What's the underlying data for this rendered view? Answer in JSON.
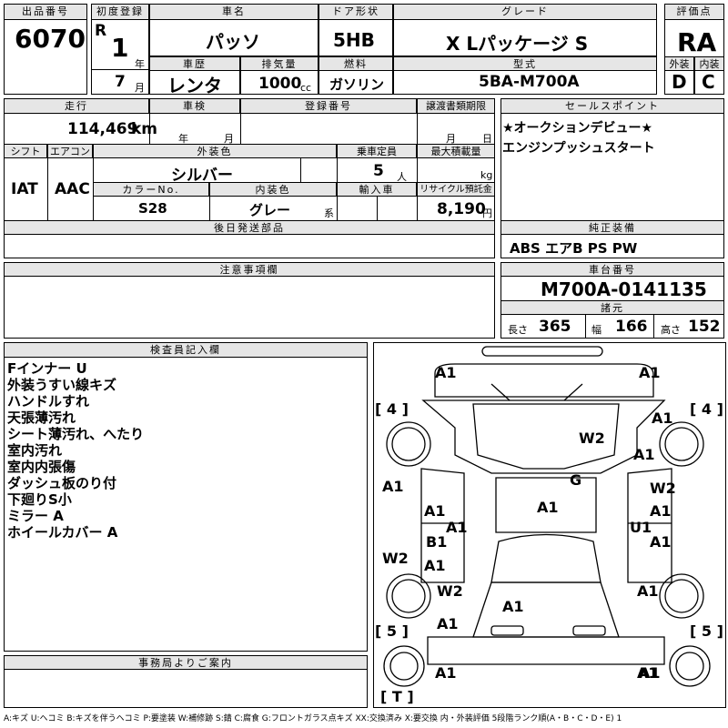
{
  "header": {
    "lot_label": "出品番号",
    "lot": "6070",
    "first_reg_label": "初度登録",
    "era": "R",
    "year": "1",
    "year_unit": "年",
    "month": "7",
    "month_unit": "月",
    "car_name_label": "車名",
    "car_name": "パッソ",
    "door_label": "ドア形状",
    "door": "5HB",
    "grade_label": "グレード",
    "grade": "X Lパッケージ S",
    "score_label": "評価点",
    "score": "RA",
    "history_label": "車歴",
    "history": "レンタ",
    "displacement_label": "排気量",
    "displacement": "1000",
    "displacement_unit": "cc",
    "fuel_label": "燃料",
    "fuel": "ガソリン",
    "model_label": "型式",
    "model": "5BA-M700A",
    "ext_label": "外装",
    "ext": "D",
    "int_label": "内装",
    "int": "C"
  },
  "row2": {
    "mileage_label": "走行",
    "mileage": "114,469",
    "mileage_unit": "km",
    "inspection_label": "車検",
    "insp_year": "年",
    "insp_month": "月",
    "plate_label": "登録番号",
    "transfer_label": "譲渡書類期限",
    "transfer_month": "月",
    "transfer_day": "日",
    "shift_label": "シフト",
    "shift": "IAT",
    "ac_label": "エアコン",
    "ac": "AAC",
    "color_label": "外装色",
    "color": "シルバー",
    "capacity_label": "乗車定員",
    "capacity": "5",
    "capacity_unit": "人",
    "load_label": "最大積載量",
    "load_unit": "kg",
    "color_no_label": "カラーNo.",
    "color_no": "S28",
    "int_color_label": "内装色",
    "int_color": "グレー",
    "int_color_unit": "系",
    "import_label": "輸入車",
    "recycle_label": "リサイクル預託金",
    "recycle": "8,190",
    "recycle_unit": "円",
    "later_parts_label": "後日発送部品"
  },
  "sales": {
    "label": "セールスポイント",
    "lines": [
      "★オークションデビュー★",
      "エンジンプッシュスタート"
    ]
  },
  "equipment": {
    "label": "純正装備",
    "value": "ABS エアB PS PW"
  },
  "notes": {
    "label": "注意事項欄"
  },
  "chassis": {
    "label": "車台番号",
    "value": "M700A-0141135",
    "spec_label": "諸元",
    "length_label": "長さ",
    "length": "365",
    "width_label": "幅",
    "width": "166",
    "height_label": "高さ",
    "height": "152"
  },
  "inspector": {
    "label": "検査員記入欄",
    "lines": [
      "Fインナー U",
      "外装うすい線キズ",
      "ハンドルすれ",
      "天張薄汚れ",
      "シート薄汚れ、へたり",
      "室内汚れ",
      "室内内張傷",
      "ダッシュ板のり付",
      "下廻りS小",
      "ミラー A",
      "ホイールカバー A"
    ]
  },
  "office": {
    "label": "事務局よりご案内"
  },
  "diagram": {
    "tires": {
      "fl": "[ 4 ]",
      "fr": "[ 4 ]",
      "rl": "[ 5 ]",
      "rr": "[ 5 ]",
      "t": "[ T ]"
    },
    "marks": [
      "A1",
      "A1",
      "A1",
      "W2",
      "A1",
      "G",
      "A1",
      "W2",
      "A1",
      "A1",
      "A1",
      "A1",
      "U1",
      "B1",
      "A1",
      "A1",
      "W2",
      "W2",
      "A1",
      "A1",
      "A1",
      "A1",
      "A1",
      "A1"
    ]
  },
  "legend": "A:キズ U:ヘコミ B:キズを伴うヘコミ P:要塗装 W:補修跡 S:錆 C:腐食 G:フロントガラス点キズ XX:交換済み X:要交換 内・外装評価 5段階ランク順(A・B・C・D・E) 1"
}
